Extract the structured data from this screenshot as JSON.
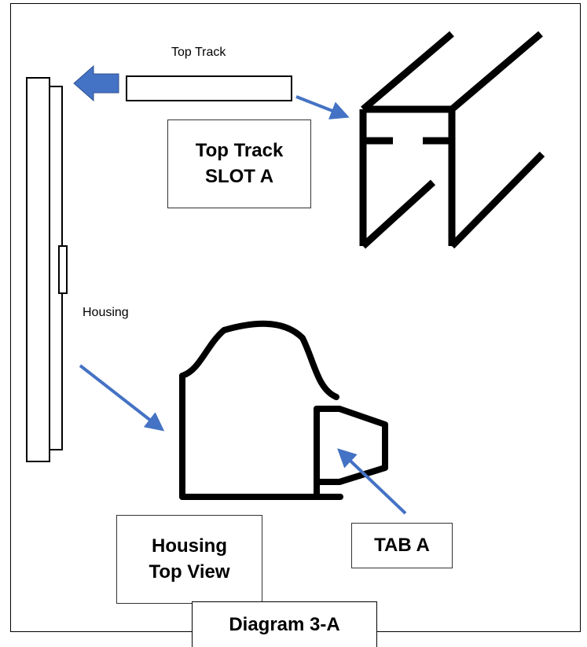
{
  "labels": {
    "top_track": "Top Track",
    "housing": "Housing"
  },
  "boxes": {
    "slot_a_line1": "Top Track",
    "slot_a_line2": "SLOT A",
    "housing_top_view_line1": "Housing",
    "housing_top_view_line2": "Top View",
    "tab_a": "TAB A"
  },
  "caption": "Diagram 3-A",
  "colors": {
    "arrow": "#4472C4",
    "stroke": "#000000"
  }
}
